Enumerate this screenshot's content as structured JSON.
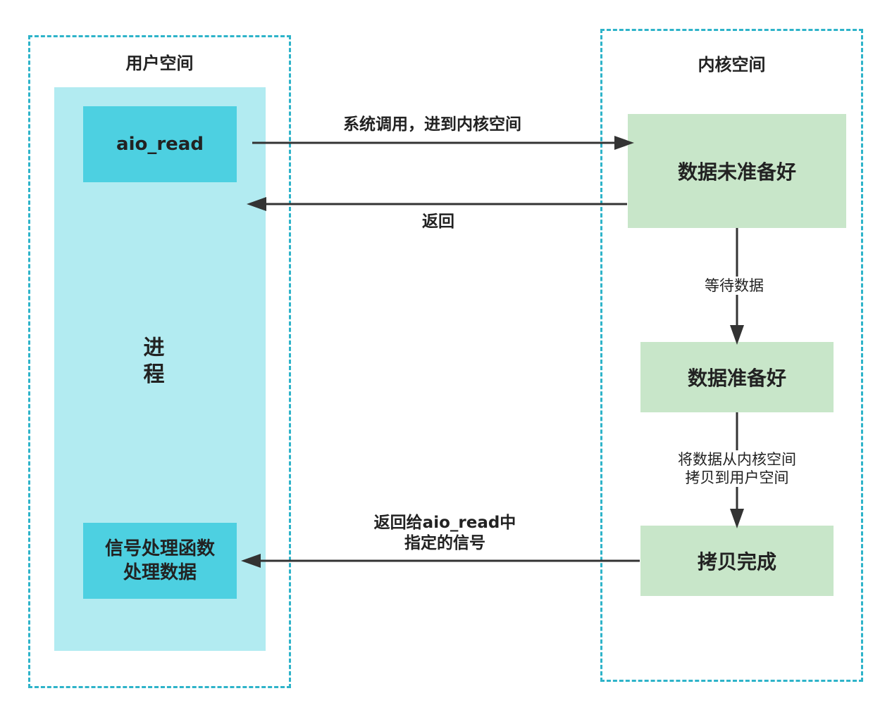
{
  "user_space": {
    "title": "用户空间",
    "process_label": "进\n程",
    "aio_read_box": "aio_read",
    "signal_handler_box": "信号处理函数\n处理数据"
  },
  "kernel_space": {
    "title": "内核空间",
    "data_not_ready_box": "数据未准备好",
    "data_ready_box": "数据准备好",
    "copy_done_box": "拷贝完成"
  },
  "arrows": {
    "syscall_label": "系统调用，进到内核空间",
    "return_label": "返回",
    "wait_label": "等待数据",
    "copy_label": "将数据从内核空间\n拷贝到用户空间",
    "return_signal_label": "返回给aio_read中\n指定的信号"
  },
  "colors": {
    "dashed_border": "#2eb3c9",
    "process_panel": "#b2ebf1",
    "user_box": "#4dd0e1",
    "kernel_box": "#c8e6c9",
    "arrow": "#333333"
  }
}
